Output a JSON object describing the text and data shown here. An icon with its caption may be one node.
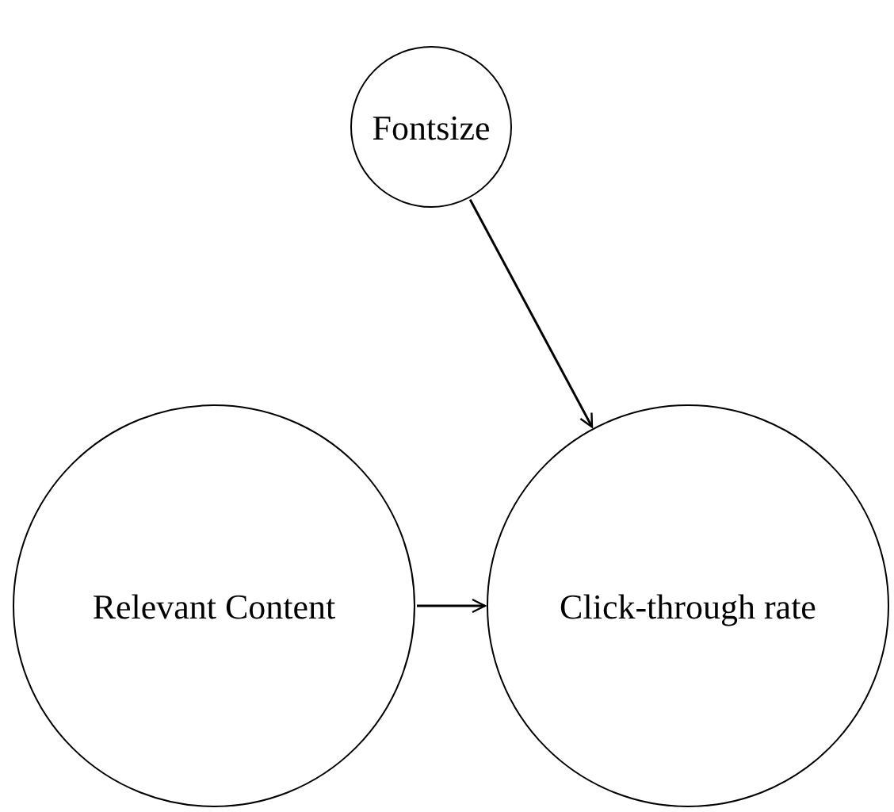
{
  "diagram": {
    "nodes": [
      {
        "text": [
          "Fontsize"
        ]
      },
      {
        "text": [
          "Relevant Content"
        ]
      },
      {
        "text": [
          "Click-through rate"
        ]
      }
    ],
    "edges": [
      {
        "from": 0,
        "to": 2,
        "arrow": "to"
      },
      {
        "from": 1,
        "to": 2,
        "arrow": "to"
      }
    ]
  }
}
